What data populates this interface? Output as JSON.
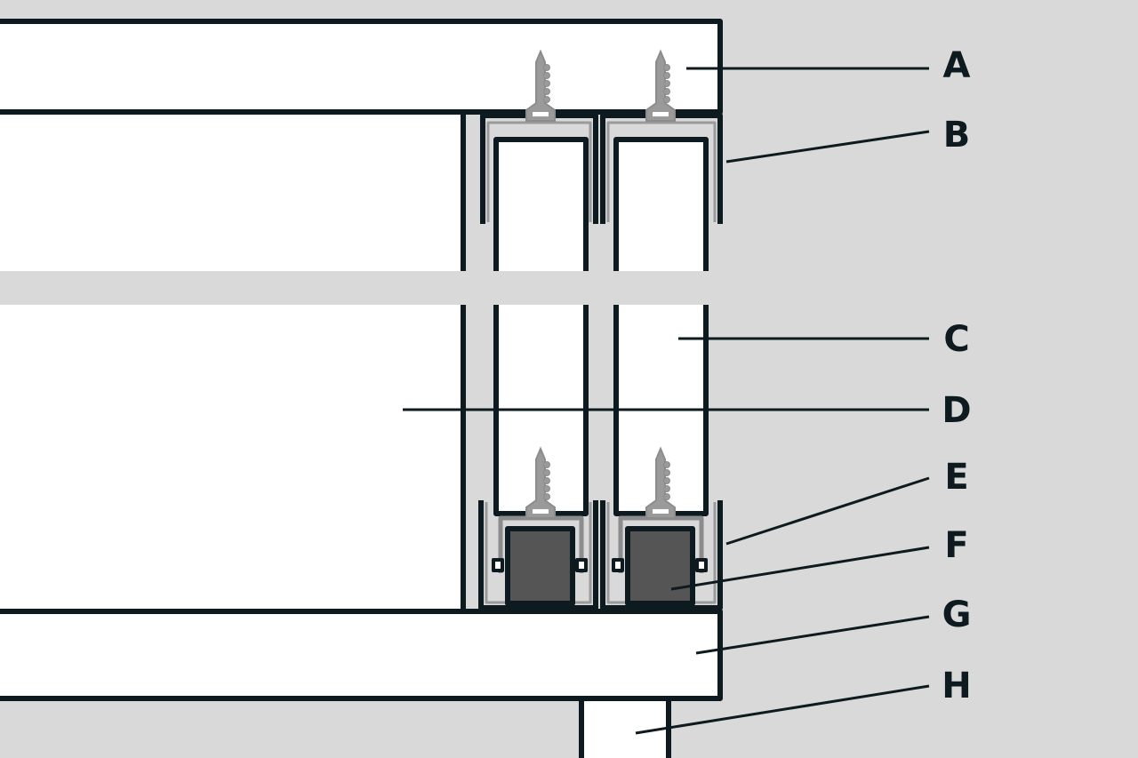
{
  "diagram": {
    "labels": [
      "A",
      "B",
      "C",
      "D",
      "E",
      "F",
      "G",
      "H"
    ],
    "colors": {
      "background": "#d9d9d9",
      "outline": "#0d1a1f",
      "screw": "#8c8c8c",
      "roller": "#555555",
      "panel": "#ffffff"
    }
  }
}
